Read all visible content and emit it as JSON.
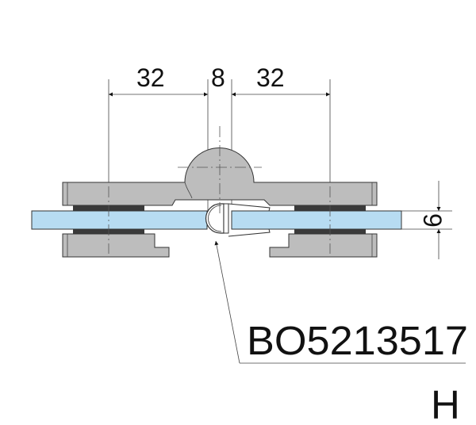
{
  "drawing": {
    "dimensions": {
      "left_offset": "32",
      "gap": "8",
      "right_offset": "32",
      "glass_thickness": "6"
    },
    "part_number": "BO5213517",
    "variant_letter": "H",
    "colors": {
      "metal": "#bdbdbd",
      "glass": "#b7dcf2",
      "gasket": "#3a3a3a",
      "line": "#333333"
    }
  }
}
